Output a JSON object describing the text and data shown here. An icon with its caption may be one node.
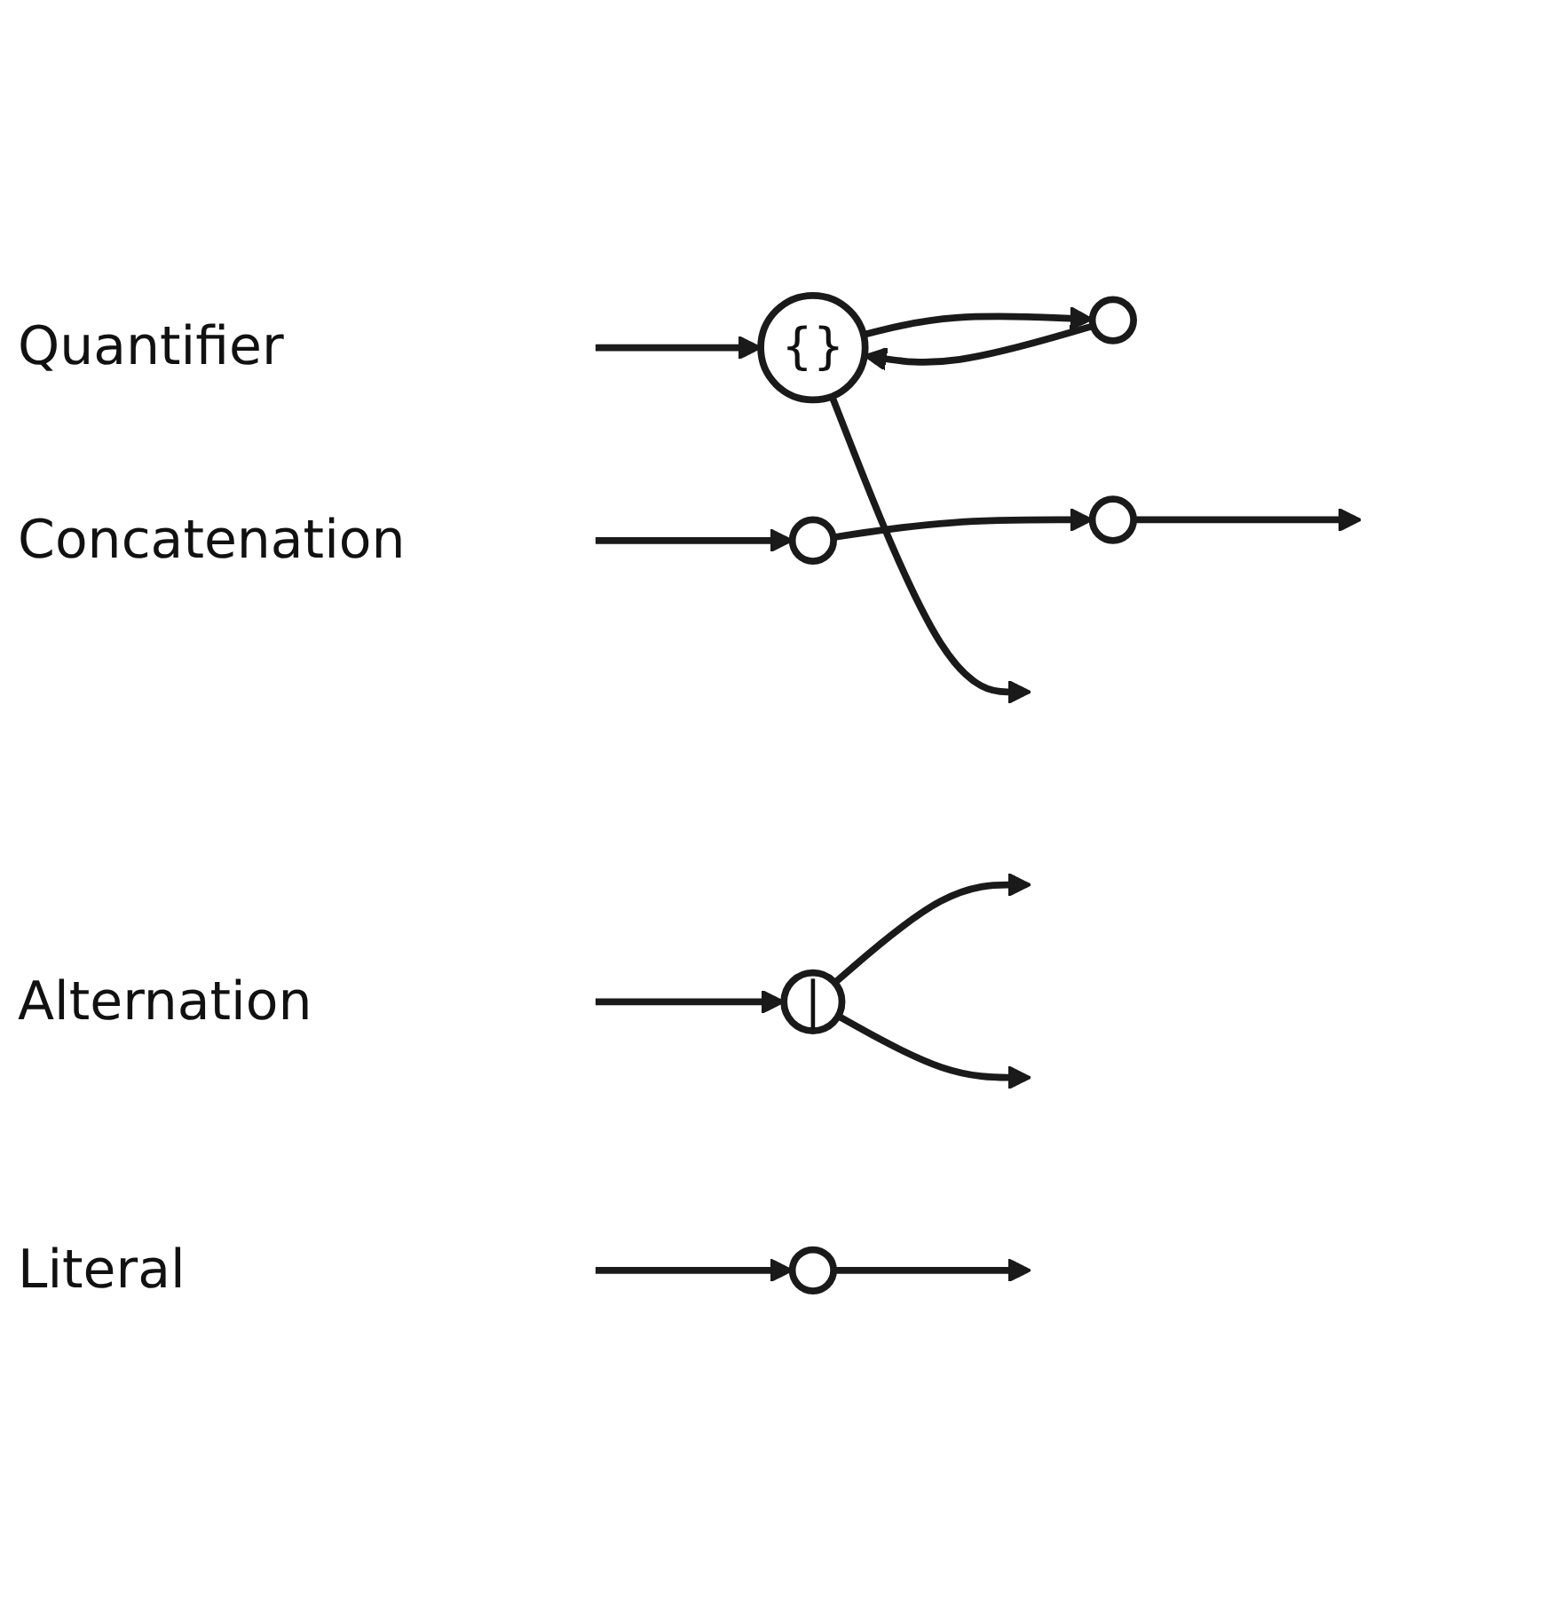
{
  "diagram": {
    "nodes": [
      {
        "text": [
          "{}"
        ]
      },
      {
        "text": [],
        "shape": "circle"
      },
      {
        "text": [
          "|"
        ]
      },
      {
        "text": [],
        "shape": "circle"
      },
      {
        "text": [],
        "shape": "circle"
      },
      {
        "text": [],
        "shape": "circle"
      }
    ],
    "edges": [
      {
        "from": null,
        "to": 0,
        "arrow": "to"
      },
      {
        "from": 0,
        "to": 1,
        "arrow": "to"
      },
      {
        "from": 1,
        "to": 0,
        "arrow": "to"
      },
      {
        "from": 0,
        "to": null,
        "arrow": "to"
      },
      {
        "from": null,
        "to": 2,
        "arrow": "to"
      },
      {
        "from": 2,
        "to": null,
        "arrow": "to"
      },
      {
        "from": 2,
        "to": null,
        "arrow": "to"
      },
      {
        "from": null,
        "to": 3,
        "arrow": "to"
      },
      {
        "from": 3,
        "to": 4,
        "arrow": "to"
      },
      {
        "from": 4,
        "to": null,
        "arrow": "to"
      },
      {
        "from": null,
        "to": 5,
        "arrow": "to"
      },
      {
        "from": 5,
        "to": null,
        "arrow": "to"
      }
    ],
    "labels": [
      "Quantifier",
      "Alternation",
      "Concatenation",
      "Literal"
    ]
  }
}
